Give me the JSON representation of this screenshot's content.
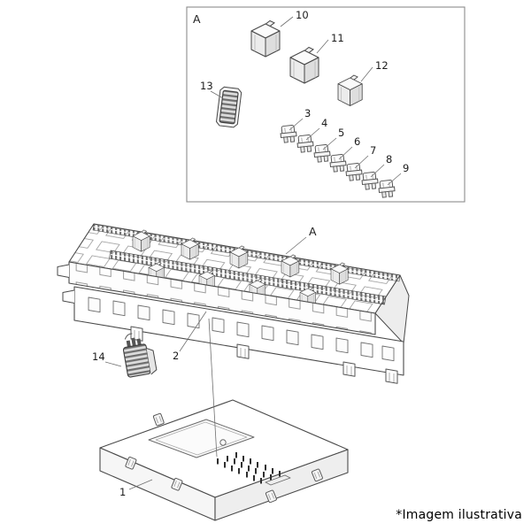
{
  "palette": {
    "ink": "#4a4a4a",
    "background": "#ffffff"
  },
  "inset": {
    "corner_label": "A"
  },
  "assembly_label": "A",
  "callouts": {
    "p1": "1",
    "p2": "2",
    "p3": "3",
    "p4": "4",
    "p5": "5",
    "p6": "6",
    "p7": "7",
    "p8": "8",
    "p9": "9",
    "p10": "10",
    "p11": "11",
    "p12": "12",
    "p13": "13",
    "p14": "14"
  },
  "caption": "*Imagem ilustrativa"
}
